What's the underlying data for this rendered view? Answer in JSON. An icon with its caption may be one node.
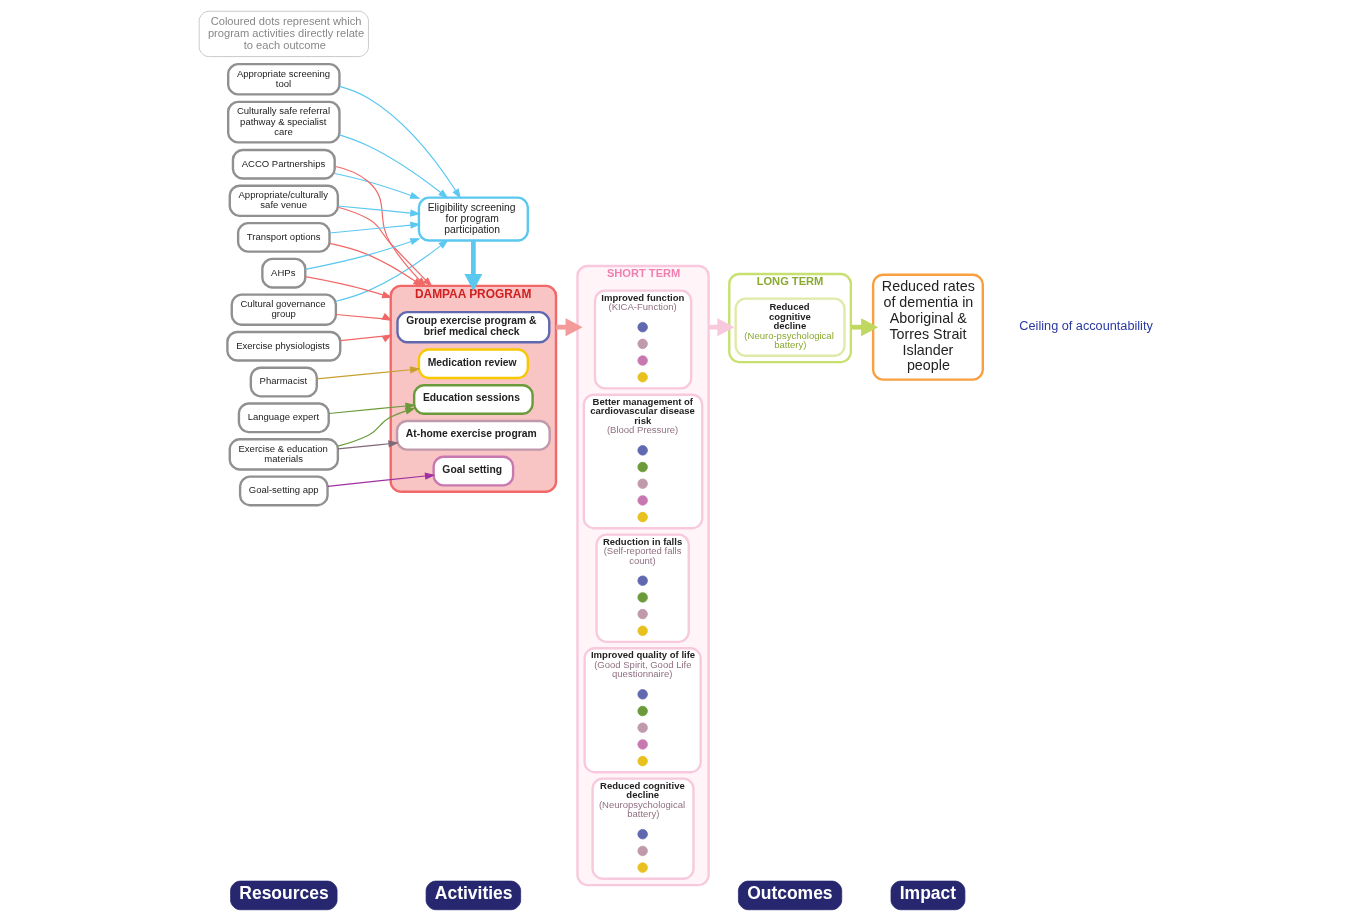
{
  "diagram": {
    "nodes": [
      {
        "text": [
          "Resources"
        ]
      },
      {
        "text": [
          "Activities"
        ]
      },
      {
        "text": [
          "Outcomes"
        ]
      },
      {
        "text": [
          "Impact"
        ]
      },
      {
        "text": [
          "Appropriate screening tool"
        ]
      },
      {
        "text": [
          "Culturally safe referral pathway & specialist care"
        ]
      },
      {
        "text": [
          "Cultural governance group"
        ]
      },
      {
        "text": [
          "ACCO Partnerships"
        ]
      },
      {
        "text": [
          "Appropriate/culturally safe venue"
        ]
      },
      {
        "text": [
          "Transport options"
        ]
      },
      {
        "text": [
          "AHPs"
        ]
      },
      {
        "text": [
          "Exercise physiologists"
        ]
      },
      {
        "text": [
          "Language expert"
        ]
      },
      {
        "text": [
          "Exercise & education materials"
        ]
      },
      {
        "text": [
          "Goal-setting app"
        ]
      },
      {
        "text": [
          "Pharmacist"
        ]
      },
      {
        "text": [
          "Eligibility screening for program participation"
        ]
      },
      {
        "text": [
          "DAMPAA PROGRAM"
        ]
      },
      {
        "text": [
          "Group exercise program & brief medical check"
        ],
        "in": 17
      },
      {
        "text": [
          "Education sessions"
        ],
        "in": 17
      },
      {
        "text": [
          "At-home exercise program"
        ],
        "in": 17
      },
      {
        "text": [
          "Goal setting"
        ],
        "in": 17
      },
      {
        "text": [
          "Medication review"
        ],
        "in": 17
      },
      {
        "text": [
          "SHORT TERM"
        ]
      },
      {
        "text": [
          "Improved function",
          "(KICA-Function)"
        ],
        "in": 23
      },
      {
        "text": [],
        "shape": "circle",
        "in": 24
      },
      {
        "text": [],
        "shape": "circle",
        "in": 24
      },
      {
        "text": [],
        "shape": "circle",
        "in": 24
      },
      {
        "text": [],
        "shape": "circle",
        "in": 24
      },
      {
        "text": [
          "Better management of cardiovascular disease risk",
          "(Blood Pressure)"
        ],
        "in": 23
      },
      {
        "text": [],
        "shape": "circle",
        "in": 29
      },
      {
        "text": [],
        "shape": "circle",
        "in": 29
      },
      {
        "text": [],
        "shape": "circle",
        "in": 29
      },
      {
        "text": [],
        "shape": "circle",
        "in": 29
      },
      {
        "text": [],
        "shape": "circle",
        "in": 29
      },
      {
        "text": [
          "Reduction in falls",
          "(Self-reported falls count)"
        ],
        "in": 23
      },
      {
        "text": [],
        "shape": "circle",
        "in": 35
      },
      {
        "text": [],
        "shape": "circle",
        "in": 35
      },
      {
        "text": [],
        "shape": "circle",
        "in": 35
      },
      {
        "text": [],
        "shape": "circle",
        "in": 35
      },
      {
        "text": [
          "Improved quality of life",
          "(Good Spirit, Good Life questionnaire)"
        ],
        "in": 23
      },
      {
        "text": [],
        "shape": "circle",
        "in": 40
      },
      {
        "text": [],
        "shape": "circle",
        "in": 40
      },
      {
        "text": [],
        "shape": "circle",
        "in": 40
      },
      {
        "text": [],
        "shape": "circle",
        "in": 40
      },
      {
        "text": [],
        "shape": "circle",
        "in": 40
      },
      {
        "text": [
          "Reduced cognitive decline",
          "(Neuropsychological battery)"
        ],
        "in": 23
      },
      {
        "text": [],
        "shape": "circle",
        "in": 46
      },
      {
        "text": [],
        "shape": "circle",
        "in": 46
      },
      {
        "text": [],
        "shape": "circle",
        "in": 46
      },
      {
        "text": [
          "LONG TERM"
        ]
      },
      {
        "text": [
          "Reduced cognitive decline",
          "(Neuro-psychological battery)"
        ],
        "in": 50
      },
      {
        "text": [
          "Reduced rates of dementia in Aboriginal & Torres Strait Islander people"
        ]
      },
      {
        "text": [
          "Coloured dots represent which program activities directly relate to each outcome"
        ]
      }
    ],
    "edges": [
      {
        "from": 4,
        "to": 16,
        "arrow": "to",
        "color": "#5bc8f0"
      },
      {
        "from": 5,
        "to": 16,
        "arrow": "to",
        "color": "#5bc8f0"
      },
      {
        "from": 6,
        "to": 16,
        "arrow": "to",
        "color": "#5bc8f0"
      },
      {
        "from": 7,
        "to": 16,
        "arrow": "to",
        "color": "#5bc8f0"
      },
      {
        "from": 8,
        "to": 16,
        "arrow": "to",
        "color": "#5bc8f0"
      },
      {
        "from": 9,
        "to": 16,
        "arrow": "to",
        "color": "#5bc8f0"
      },
      {
        "from": 10,
        "to": 16,
        "arrow": "to",
        "color": "#5bc8f0"
      },
      {
        "from": 6,
        "to": 17,
        "arrow": "to",
        "color": "#f06868"
      },
      {
        "from": 7,
        "to": 17,
        "arrow": "to",
        "color": "#f06868"
      },
      {
        "from": 8,
        "to": 17,
        "arrow": "to",
        "color": "#f06868"
      },
      {
        "from": 9,
        "to": 17,
        "arrow": "to",
        "color": "#f06868"
      },
      {
        "from": 10,
        "to": 17,
        "arrow": "to",
        "color": "#f06868"
      },
      {
        "from": 11,
        "to": 17,
        "arrow": "to",
        "color": "#f06868"
      },
      {
        "from": 12,
        "to": 19,
        "arrow": "to",
        "color": "#6a9a3a"
      },
      {
        "from": 13,
        "to": 19,
        "arrow": "to",
        "color": "#6a9a3a"
      },
      {
        "from": 13,
        "to": 20,
        "arrow": "to",
        "color": "#806878"
      },
      {
        "from": 14,
        "to": 21,
        "arrow": "to",
        "color": "#a030a0"
      },
      {
        "from": 15,
        "to": 22,
        "arrow": "to",
        "color": "#c8a030"
      },
      {
        "from": 16,
        "to": 17,
        "arrow": "to",
        "style": "thick",
        "color": "#5bc8f0"
      },
      {
        "from": 17,
        "to": 23,
        "arrow": "to",
        "style": "thick",
        "color": "#f49a9a"
      },
      {
        "from": 23,
        "to": 50,
        "arrow": "to",
        "style": "thick",
        "color": "#f8c8dc"
      },
      {
        "from": 50,
        "to": 52,
        "arrow": "to",
        "style": "thick",
        "color": "#c0d860"
      }
    ],
    "labels": [
      "Ceiling of accountability"
    ]
  }
}
